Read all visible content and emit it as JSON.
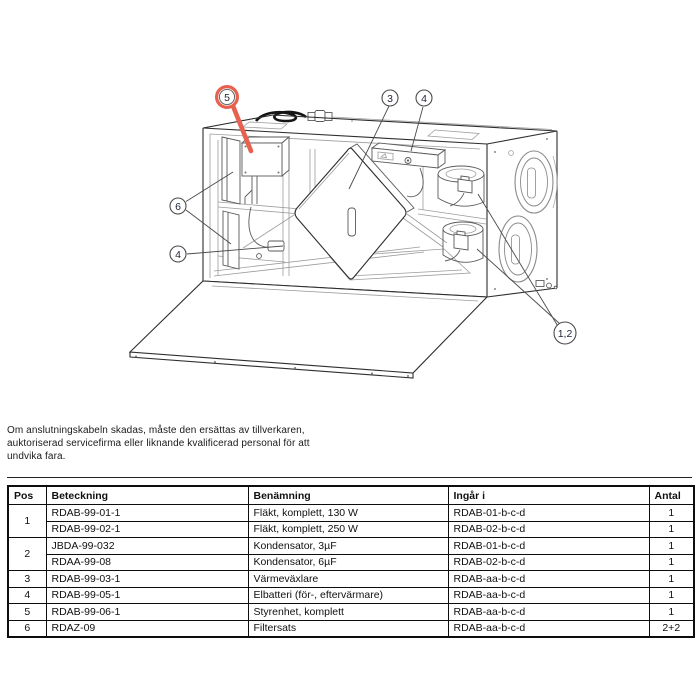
{
  "note": {
    "text": "Om anslutningskabeln skadas, måste den ersättas av tillverkaren,\nauktoriserad servicefirma eller liknande kvalificerad personal för att\nundvika fara."
  },
  "diagram": {
    "description": "Exploded line drawing of heat-recovery ventilation unit with open front door",
    "highlight_color": "#E8604E",
    "callouts": {
      "c5": "5",
      "c3": "3",
      "c4_top": "4",
      "c6": "6",
      "c4_left": "4",
      "c12": "1,2"
    }
  },
  "table": {
    "headers": [
      "Pos",
      "Beteckning",
      "Benämning",
      "Ingår i",
      "Antal"
    ],
    "rows": [
      {
        "pos": "1",
        "beteckning": "RDAB-99-01-1",
        "benamning": "Fläkt, komplett, 130 W",
        "ingar": "RDAB-01-b-c-d",
        "antal": "1"
      },
      {
        "beteckning": "RDAB-99-02-1",
        "benamning": "Fläkt, komplett, 250 W",
        "ingar": "RDAB-02-b-c-d",
        "antal": "1"
      },
      {
        "pos": "2",
        "beteckning": "JBDA-99-032",
        "benamning": "Kondensator, 3µF",
        "ingar": "RDAB-01-b-c-d",
        "antal": "1"
      },
      {
        "beteckning": "RDAA-99-08",
        "benamning": "Kondensator, 6µF",
        "ingar": "RDAB-02-b-c-d",
        "antal": "1"
      },
      {
        "pos": "3",
        "beteckning": "RDAB-99-03-1",
        "benamning": "Värmeväxlare",
        "ingar": "RDAB-aa-b-c-d",
        "antal": "1"
      },
      {
        "pos": "4",
        "beteckning": "RDAB-99-05-1",
        "benamning": "Elbatteri (för-, eftervärmare)",
        "ingar": "RDAB-aa-b-c-d",
        "antal": "1"
      },
      {
        "pos": "5",
        "beteckning": "RDAB-99-06-1",
        "benamning": "Styrenhet, komplett",
        "ingar": "RDAB-aa-b-c-d",
        "antal": "1"
      },
      {
        "pos": "6",
        "beteckning": "RDAZ-09",
        "benamning": "Filtersats",
        "ingar": "RDAB-aa-b-c-d",
        "antal": "2+2"
      }
    ]
  }
}
